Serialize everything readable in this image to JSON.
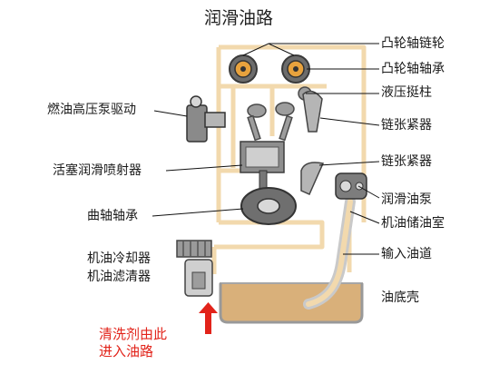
{
  "title": "润滑油路",
  "labels": {
    "camshaft_chain_wheel": "凸轮轴链轮",
    "camshaft_bearing": "凸轮轴轴承",
    "hydraulic_tappet": "液压挺柱",
    "chain_tensioner_1": "链张紧器",
    "chain_tensioner_2": "链张紧器",
    "lube_oil_pump": "润滑油泵",
    "oil_reservoir": "机油储油室",
    "intake_oil_channel": "输入油道",
    "oil_pan": "油底壳",
    "fuel_pump_drive": "燃油高压泵驱动",
    "piston_oil_jet": "活塞润滑喷射器",
    "crankshaft_bearing": "曲轴轴承",
    "oil_cooler": "机油冷却器",
    "oil_filter": "机油滤清器",
    "cleaner_note_line1": "清洗剂由此",
    "cleaner_note_line2": "进入油路"
  },
  "colors": {
    "oil_path": "#f2d9ad",
    "oil_path_edge": "#e7c48c",
    "oil_pan_fill": "#d9b07a",
    "cleaner_arrow": "#e2231a"
  }
}
